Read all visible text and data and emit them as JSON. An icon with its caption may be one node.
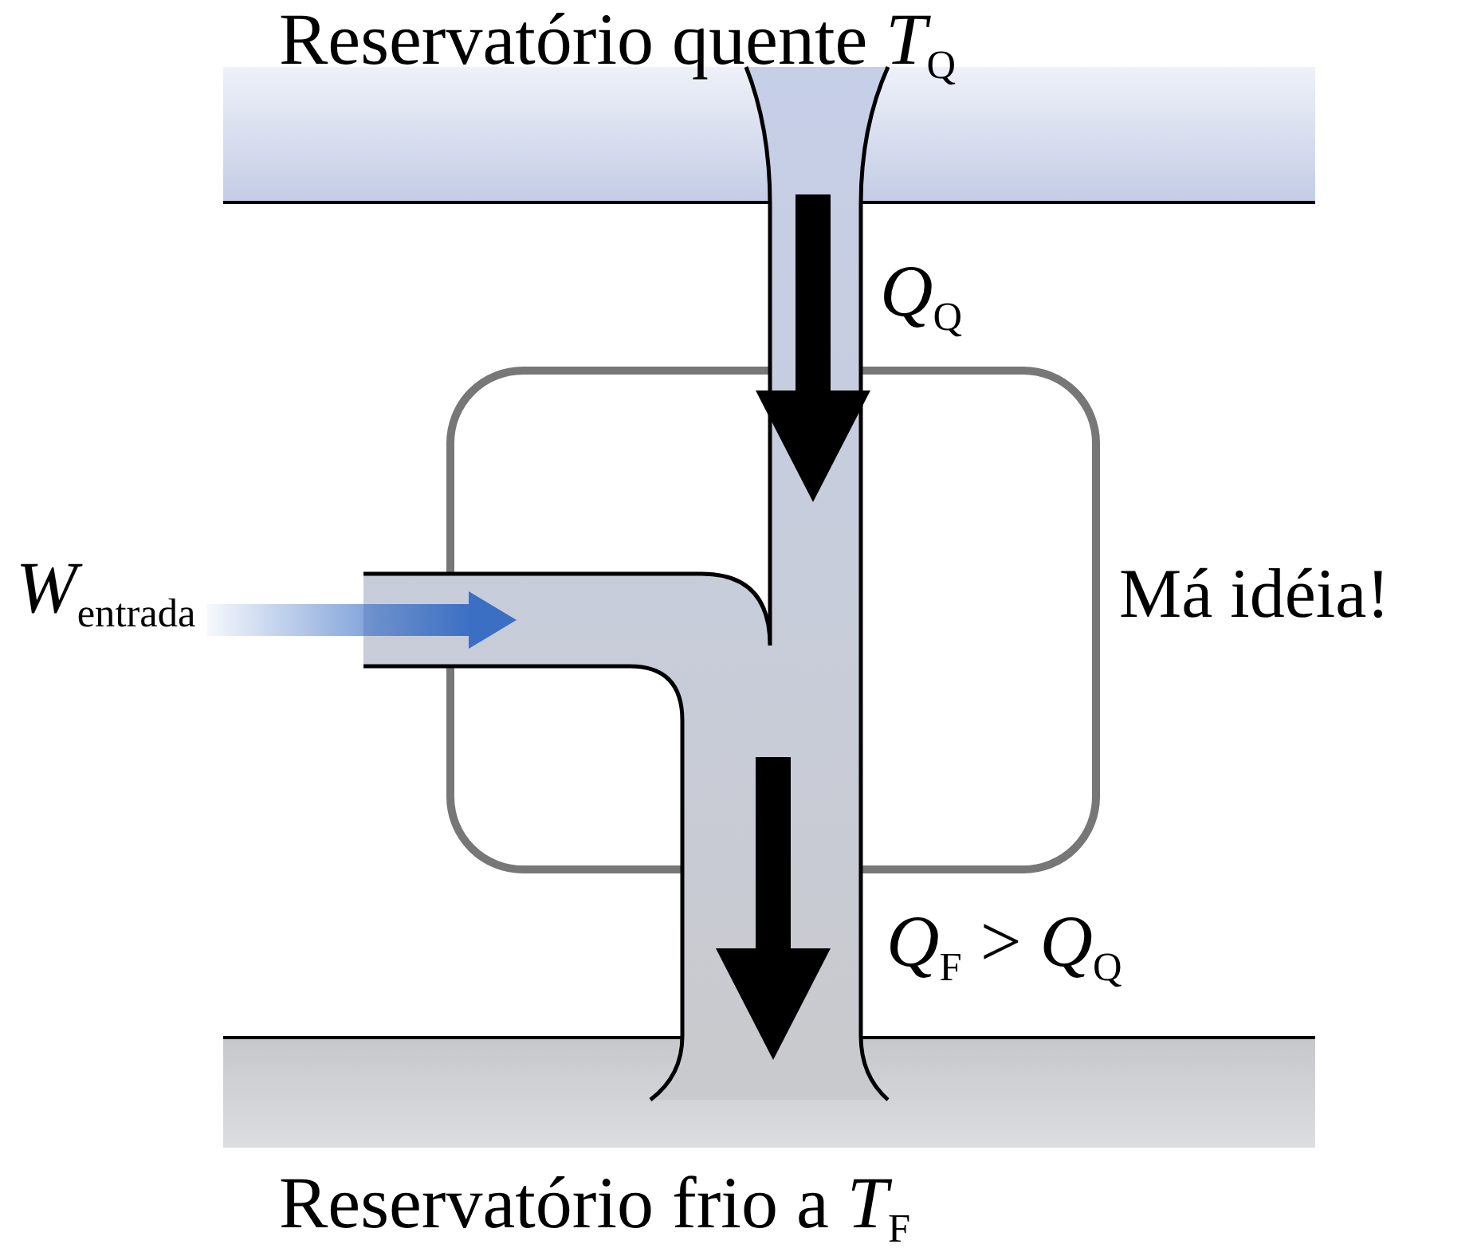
{
  "diagram": {
    "nodes": [
      {
        "text": [
          "Reservatório quente *T*$_{Q}$"
        ]
      },
      {
        "text": [],
        "shape": "box",
        "beside": [
          "Má idéia!"
        ]
      },
      {
        "text": [
          "Reservatório frio a *T*$_{F}$"
        ]
      }
    ],
    "edges": [
      {
        "from": 0,
        "to": 1,
        "arrow": "to",
        "label": "*Q*$_{Q}$"
      },
      {
        "from": 1,
        "to": 2,
        "arrow": "to",
        "label": "*Q*$_{F}$ > *Q*$_{Q}$"
      },
      {
        "from": null,
        "to": 1,
        "arrow": "to",
        "label": "*W*$_{entrada}$",
        "color": "#3b6fc4"
      }
    ]
  }
}
